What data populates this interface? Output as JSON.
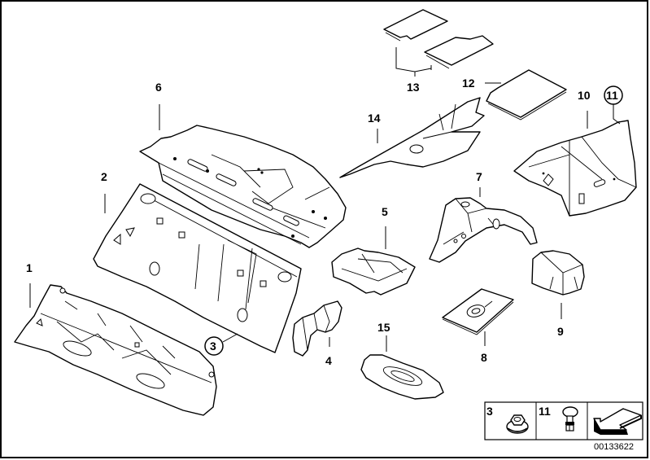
{
  "diagram": {
    "type": "exploded-parts-diagram",
    "subject": "Sound insulation / interior trim components",
    "diagram_code": "00133622",
    "callouts": [
      {
        "number": "1",
        "circled": false,
        "part": "front floor insulation"
      },
      {
        "number": "2",
        "circled": false,
        "part": "rear seat back panel insulation"
      },
      {
        "number": "3",
        "circled": true,
        "part": "hex flange nut"
      },
      {
        "number": "4",
        "circled": false,
        "part": "bracket insulation piece"
      },
      {
        "number": "5",
        "circled": false,
        "part": "tray insulation"
      },
      {
        "number": "6",
        "circled": false,
        "part": "parcel shelf insulation"
      },
      {
        "number": "7",
        "circled": false,
        "part": "wheel arch insulation"
      },
      {
        "number": "8",
        "circled": false,
        "part": "plate with ring"
      },
      {
        "number": "9",
        "circled": false,
        "part": "cover cap insulation"
      },
      {
        "number": "10",
        "circled": false,
        "part": "side trunk insulation"
      },
      {
        "number": "11",
        "circled": true,
        "part": "expanding rivet"
      },
      {
        "number": "12",
        "circled": false,
        "part": "insulation mat"
      },
      {
        "number": "13",
        "circled": false,
        "part": "pair of insulation mats"
      },
      {
        "number": "14",
        "circled": false,
        "part": "elongated insulation strip"
      },
      {
        "number": "15",
        "circled": false,
        "part": "spare wheel well insulation"
      }
    ],
    "legend": {
      "items": [
        {
          "number": "3",
          "icon": "hex-flange-nut-icon"
        },
        {
          "number": "11",
          "icon": "expanding-rivet-icon"
        },
        {
          "number": "",
          "icon": "arrow-down-left-icon"
        }
      ]
    }
  }
}
